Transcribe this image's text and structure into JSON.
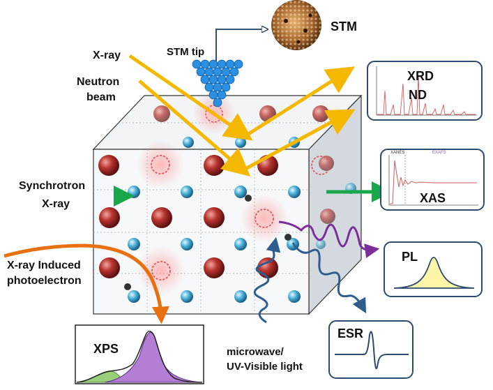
{
  "labels": {
    "stm": "STM",
    "stm_tip": "STM tip",
    "xray": "X-ray",
    "neutron_line1": "Neutron",
    "neutron_line2": "beam",
    "xrd": "XRD",
    "nd": "ND",
    "synchrotron_line1": "Synchrotron",
    "synchrotron_line2": "X-ray",
    "xas": "XAS",
    "xanes": "XANES",
    "exafs": "EXAFS",
    "pl": "PL",
    "xps_induced_line1": "X-ray Induced",
    "xps_induced_line2": "photoelectron",
    "xps": "XPS",
    "esr": "ESR",
    "micro_line1": "microwave/",
    "micro_line2": "UV-Visible light"
  },
  "colors": {
    "xray_beam": "#f5b800",
    "synchrotron_beam": "#1aa64a",
    "photoelectron": "#e8700f",
    "pl_wave": "#7b2d9a",
    "esr_wave": "#2f5c8f",
    "stm_tip": "#2a8fe0",
    "red_atom": "#b8342e",
    "blue_atom": "#4ab0d8",
    "panel_border": "#2c4b6e"
  }
}
